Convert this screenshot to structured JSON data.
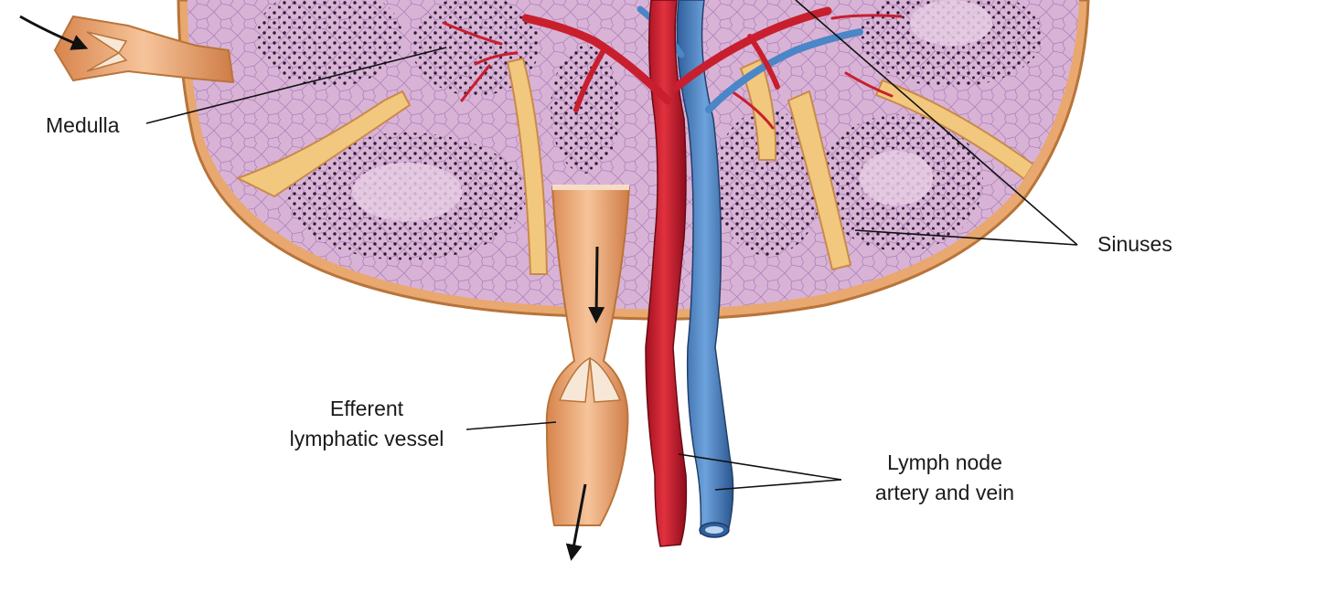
{
  "diagram": {
    "labels": {
      "medulla": "Medulla",
      "sinuses": "Sinuses",
      "efferent": {
        "line1": "Efferent",
        "line2": "lymphatic vessel"
      },
      "artery_vein": {
        "line1": "Lymph node",
        "line2": "artery and vein"
      }
    },
    "colors": {
      "capsule": "#e8a870",
      "capsule_dark": "#b8743a",
      "trabecula": "#f2c87e",
      "tissue": "#d9b3d6",
      "tissue_pale": "#e6cbe3",
      "lymphocyte_dots": "#2a1f2e",
      "artery": "#d3203a",
      "vein": "#4a86c8",
      "vessel_wall": "#e9a06c",
      "background": "#ffffff"
    },
    "icons": [
      "flow-arrow-icon"
    ]
  }
}
